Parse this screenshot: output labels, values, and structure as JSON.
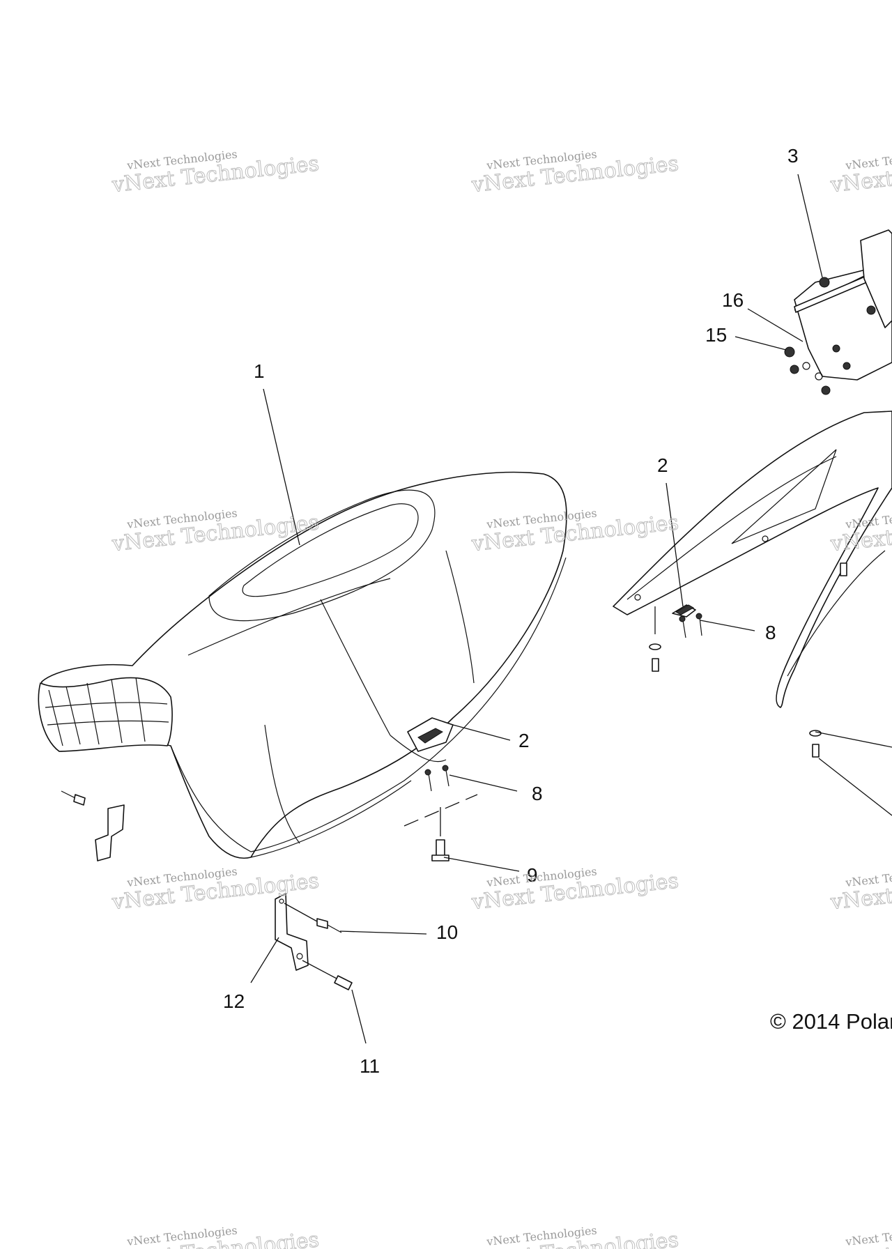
{
  "diagram": {
    "callouts": [
      {
        "id": "c1",
        "label": "1"
      },
      {
        "id": "c2a",
        "label": "2"
      },
      {
        "id": "c2b",
        "label": "2"
      },
      {
        "id": "c3",
        "label": "3"
      },
      {
        "id": "c8a",
        "label": "8"
      },
      {
        "id": "c8b",
        "label": "8"
      },
      {
        "id": "c9",
        "label": "9"
      },
      {
        "id": "c10",
        "label": "10"
      },
      {
        "id": "c11",
        "label": "11"
      },
      {
        "id": "c12",
        "label": "12"
      },
      {
        "id": "c15",
        "label": "15"
      },
      {
        "id": "c16",
        "label": "16"
      }
    ],
    "copyright": "© 2014 Polar",
    "watermark": {
      "line1": "vNext Technologies",
      "line2": "vNext Technologies"
    }
  }
}
